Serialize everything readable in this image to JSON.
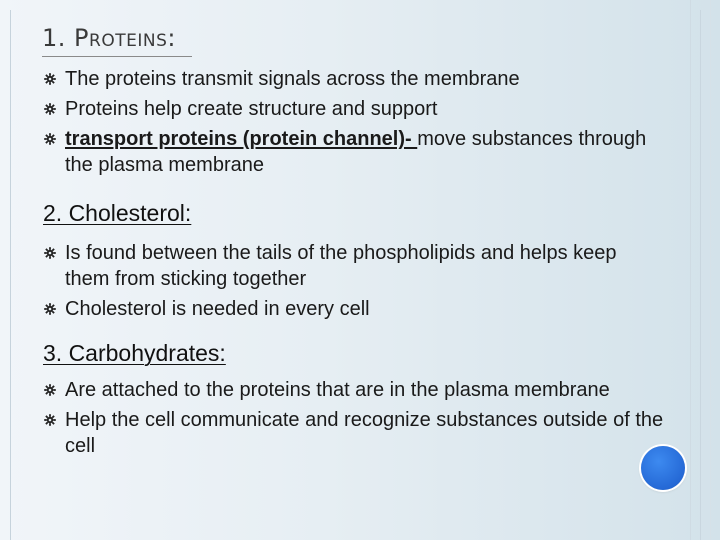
{
  "slide": {
    "title_number": "1.",
    "title_word": "Proteins:",
    "sections": [
      {
        "heading": "2. Cholesterol:"
      },
      {
        "heading": "3. Carbohydrates:"
      }
    ],
    "proteins_bullets": [
      "The proteins transmit signals across the membrane",
      "Proteins help create structure and support"
    ],
    "proteins_bullet3_bold": "transport proteins (protein channel)- ",
    "proteins_bullet3_rest": "move substances through the plasma membrane",
    "cholesterol_bullets": [
      " Is found between the tails of the phospholipids and helps keep them from sticking together",
      "Cholesterol is needed in every cell"
    ],
    "carbohydrates_bullets": [
      "Are attached to the proteins that are in the plasma membrane",
      "Help the cell communicate and recognize substances outside of the cell"
    ]
  },
  "colors": {
    "accent_circle": "#2a6fdb",
    "bullet_icon": "#222222"
  },
  "icons": {
    "bullet": "gear-icon",
    "corner": "circle-icon"
  }
}
